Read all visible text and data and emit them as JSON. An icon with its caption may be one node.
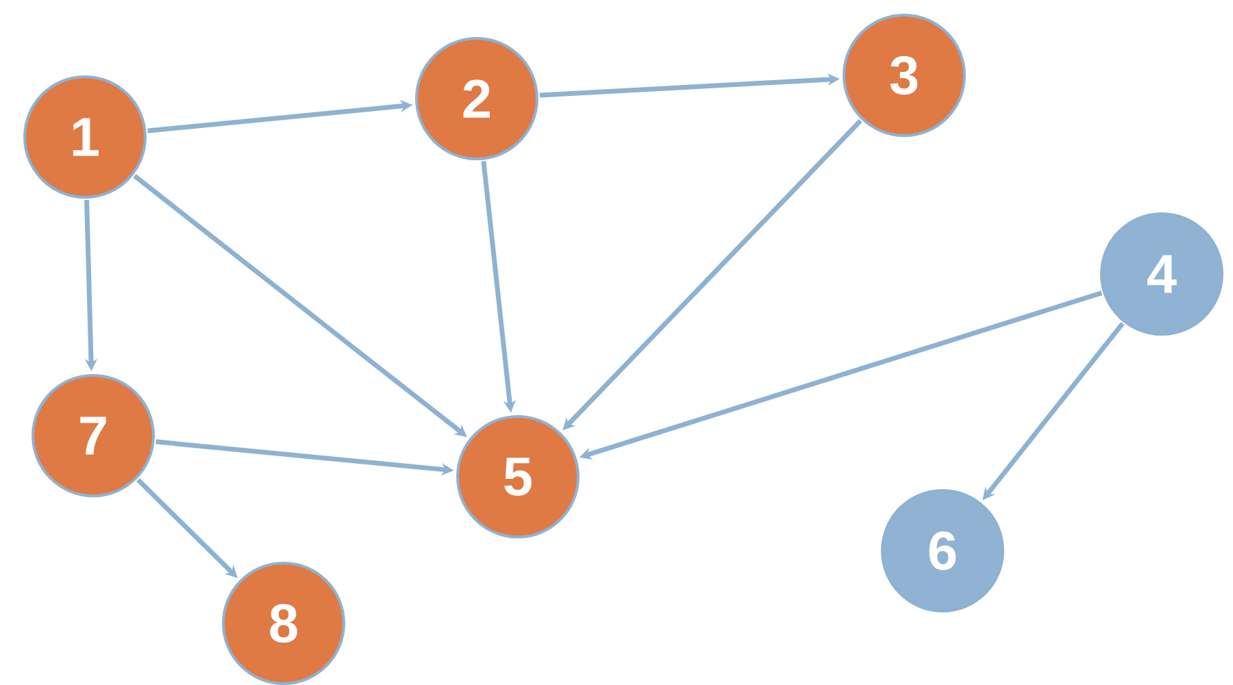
{
  "diagram": {
    "nodes": [
      {
        "text": [
          "1"
        ]
      },
      {
        "text": [
          "2"
        ]
      },
      {
        "text": [
          "3"
        ]
      },
      {
        "text": [
          "4"
        ]
      },
      {
        "text": [
          "5"
        ]
      },
      {
        "text": [
          "6"
        ]
      },
      {
        "text": [
          "7"
        ]
      },
      {
        "text": [
          "8"
        ]
      }
    ],
    "edges": [
      {
        "from": 0,
        "to": 1,
        "arrow": "to"
      },
      {
        "from": 1,
        "to": 2,
        "arrow": "to"
      },
      {
        "from": 0,
        "to": 6,
        "arrow": "to"
      },
      {
        "from": 0,
        "to": 4,
        "arrow": "to"
      },
      {
        "from": 1,
        "to": 4,
        "arrow": "to"
      },
      {
        "from": 2,
        "to": 4,
        "arrow": "to"
      },
      {
        "from": 3,
        "to": 4,
        "arrow": "to"
      },
      {
        "from": 3,
        "to": 5,
        "arrow": "to"
      },
      {
        "from": 6,
        "to": 4,
        "arrow": "to"
      },
      {
        "from": 6,
        "to": 7,
        "arrow": "to"
      }
    ]
  }
}
